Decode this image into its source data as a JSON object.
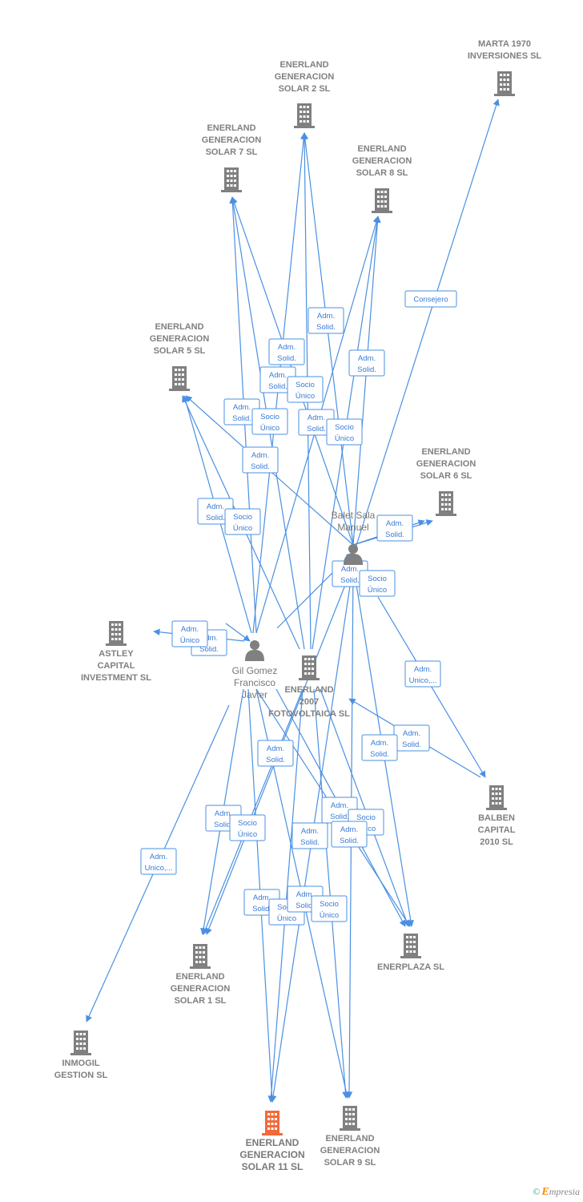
{
  "colors": {
    "edge": "#4a90e2",
    "company": "#808080",
    "focus_company": "#f26a3a",
    "person": "#808080"
  },
  "nodes": [
    {
      "id": "marta",
      "kind": "company",
      "label": [
        "MARTA 1970",
        "INVERSIONES SL"
      ]
    },
    {
      "id": "s2",
      "kind": "company",
      "label": [
        "ENERLAND",
        "GENERACION",
        "SOLAR 2  SL"
      ]
    },
    {
      "id": "s7",
      "kind": "company",
      "label": [
        "ENERLAND",
        "GENERACION",
        "SOLAR 7  SL"
      ]
    },
    {
      "id": "s8",
      "kind": "company",
      "label": [
        "ENERLAND",
        "GENERACION",
        "SOLAR 8  SL"
      ]
    },
    {
      "id": "s5",
      "kind": "company",
      "label": [
        "ENERLAND",
        "GENERACION",
        "SOLAR 5  SL"
      ]
    },
    {
      "id": "s6",
      "kind": "company",
      "label": [
        "ENERLAND",
        "GENERACION",
        "SOLAR 6  SL"
      ]
    },
    {
      "id": "balet",
      "kind": "person",
      "label": [
        "Balet Sala",
        "Manuel"
      ]
    },
    {
      "id": "astley",
      "kind": "company",
      "label": [
        "ASTLEY",
        "CAPITAL",
        "INVESTMENT SL"
      ]
    },
    {
      "id": "gil",
      "kind": "person",
      "label": [
        "Gil Gomez",
        "Francisco",
        "Javier"
      ]
    },
    {
      "id": "e2007",
      "kind": "company",
      "label": [
        "ENERLAND",
        "2007",
        "FOTOVOLTAICA SL"
      ]
    },
    {
      "id": "balben",
      "kind": "company",
      "label": [
        "BALBEN",
        "CAPITAL",
        "2010 SL"
      ]
    },
    {
      "id": "s1",
      "kind": "company",
      "label": [
        "ENERLAND",
        "GENERACION",
        "SOLAR 1  SL"
      ]
    },
    {
      "id": "enerplaza",
      "kind": "company",
      "label": [
        "ENERPLAZA SL"
      ]
    },
    {
      "id": "inmogil",
      "kind": "company",
      "label": [
        "INMOGIL",
        "GESTION SL"
      ]
    },
    {
      "id": "s11",
      "kind": "company",
      "focus": true,
      "label": [
        "ENERLAND",
        "GENERACION",
        "SOLAR 11  SL"
      ]
    },
    {
      "id": "s9",
      "kind": "company",
      "label": [
        "ENERLAND",
        "GENERACION",
        "SOLAR 9  SL"
      ]
    }
  ],
  "edge_labels": [
    {
      "text": [
        "Consejero"
      ]
    },
    {
      "text": [
        "Adm.",
        "Solid."
      ]
    },
    {
      "text": [
        "Adm.",
        "Solid."
      ]
    },
    {
      "text": [
        "Adm.",
        "Solid."
      ]
    },
    {
      "text": [
        "Adm.",
        "Solid."
      ]
    },
    {
      "text": [
        "Socio",
        "Único"
      ]
    },
    {
      "text": [
        "Adm.",
        "Solid."
      ]
    },
    {
      "text": [
        "Socio",
        "Único"
      ]
    },
    {
      "text": [
        "Adm.",
        "Solid."
      ]
    },
    {
      "text": [
        "Socio",
        "Único"
      ]
    },
    {
      "text": [
        "Adm.",
        "Solid."
      ]
    },
    {
      "text": [
        "Adm.",
        "Solid."
      ]
    },
    {
      "text": [
        "Socio",
        "Único"
      ]
    },
    {
      "text": [
        "Adm.",
        "Solid."
      ]
    },
    {
      "text": [
        "Adm.",
        "Solid."
      ]
    },
    {
      "text": [
        "Socio",
        "Único"
      ]
    },
    {
      "text": [
        "Adm.",
        "Solid."
      ]
    },
    {
      "text": [
        "Adm.",
        "Único"
      ]
    },
    {
      "text": [
        "Adm.",
        "Unico,..."
      ]
    },
    {
      "text": [
        "Adm.",
        "Solid."
      ]
    },
    {
      "text": [
        "Adm.",
        "Solid."
      ]
    },
    {
      "text": [
        "Adm.",
        "Solid."
      ]
    },
    {
      "text": [
        "Adm.",
        "Solid."
      ]
    },
    {
      "text": [
        "Socio",
        "Único"
      ]
    },
    {
      "text": [
        "Adm.",
        "Solid."
      ]
    },
    {
      "text": [
        "Socio",
        "Único"
      ]
    },
    {
      "text": [
        "Adm.",
        "Solid."
      ]
    },
    {
      "text": [
        "Adm.",
        "Solid."
      ]
    },
    {
      "text": [
        "Adm.",
        "Unico,..."
      ]
    },
    {
      "text": [
        "Adm.",
        "Solid."
      ]
    },
    {
      "text": [
        "Socio",
        "Único"
      ]
    },
    {
      "text": [
        "Adm.",
        "Solid."
      ]
    },
    {
      "text": [
        "Socio",
        "Único"
      ]
    }
  ],
  "footer": {
    "copyright": "©",
    "brand_initial": "E",
    "brand_rest": "mpresia"
  }
}
